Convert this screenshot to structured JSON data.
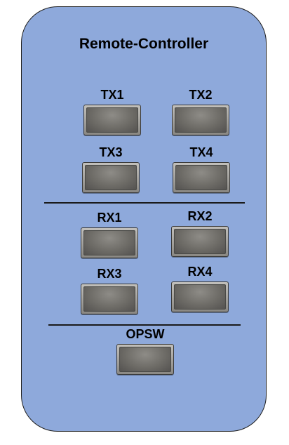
{
  "remote": {
    "title": "Remote-Controller",
    "colors": {
      "body": "#8ea9db",
      "outline": "#1f1f1f",
      "button_frame": "#a9a7a2",
      "button_face": "#75736e"
    },
    "tx_buttons": [
      {
        "label": "TX1"
      },
      {
        "label": "TX2"
      },
      {
        "label": "TX3"
      },
      {
        "label": "TX4"
      }
    ],
    "rx_buttons": [
      {
        "label": "RX1"
      },
      {
        "label": "RX2"
      },
      {
        "label": "RX3"
      },
      {
        "label": "RX4"
      }
    ],
    "opsw_button": {
      "label": "OPSW"
    }
  }
}
